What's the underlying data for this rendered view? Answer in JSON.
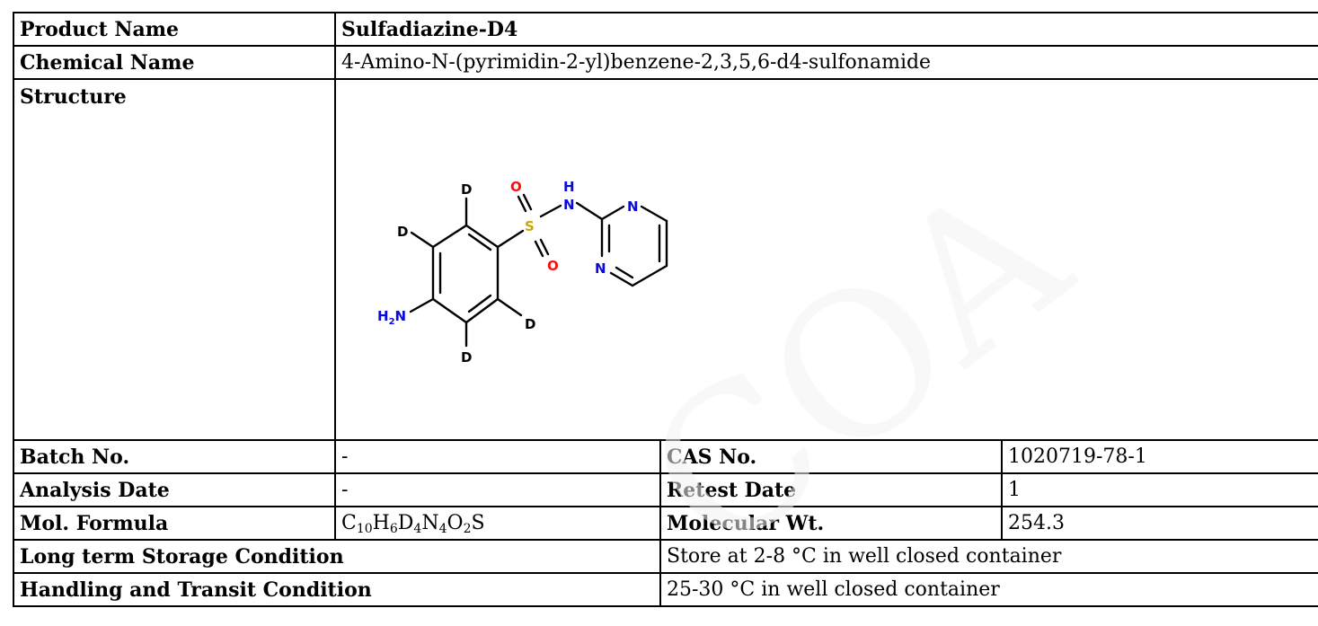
{
  "rows": {
    "product_name": {
      "label": "Product Name",
      "value": "Sulfadiazine-D4"
    },
    "chemical_name": {
      "label": "Chemical Name",
      "value": "4-Amino-N-(pyrimidin-2-yl)benzene-2,3,5,6-d4-sulfonamide"
    },
    "structure": {
      "label": "Structure"
    },
    "batch_no": {
      "label": "Batch No.",
      "value": "-"
    },
    "cas_no": {
      "label": "CAS No.",
      "value": "1020719-78-1"
    },
    "analysis_date": {
      "label": "Analysis Date",
      "value": "-"
    },
    "retest_date": {
      "label": "Retest Date",
      "value": "1"
    },
    "mol_formula": {
      "label": "Mol. Formula"
    },
    "molecular_wt": {
      "label": "Molecular Wt.",
      "value": "254.3"
    },
    "long_term_storage": {
      "label": "Long term Storage Condition",
      "value": "Store at 2-8 °C in well closed container"
    },
    "handling_transit": {
      "label": "Handling and Transit Condition",
      "value": "25-30 °C in well closed container"
    }
  },
  "formula_parts": [
    {
      "el": "C",
      "n": "10"
    },
    {
      "el": "H",
      "n": "6"
    },
    {
      "el": "D",
      "n": "4"
    },
    {
      "el": "N",
      "n": "4"
    },
    {
      "el": "O",
      "n": "2"
    },
    {
      "el": "S",
      "n": ""
    }
  ],
  "structure_atoms": {
    "d_top": "D",
    "d_left": "D",
    "d_right": "D",
    "d_bottom": "D",
    "o_top": "O",
    "o_bottom": "O",
    "s": "S",
    "n_h": "N",
    "h": "H",
    "n_ring_top": "N",
    "n_ring_bottom": "N",
    "nh2_h": "H",
    "nh2_sub": "2",
    "nh2_n": "N"
  },
  "colors": {
    "oxygen": "#ff0d0d",
    "nitrogen": "#0a0adb",
    "sulfur": "#c9a800",
    "bond": "#000000",
    "watermark": "#f2f2f2"
  },
  "watermark": {
    "text": "COA"
  }
}
